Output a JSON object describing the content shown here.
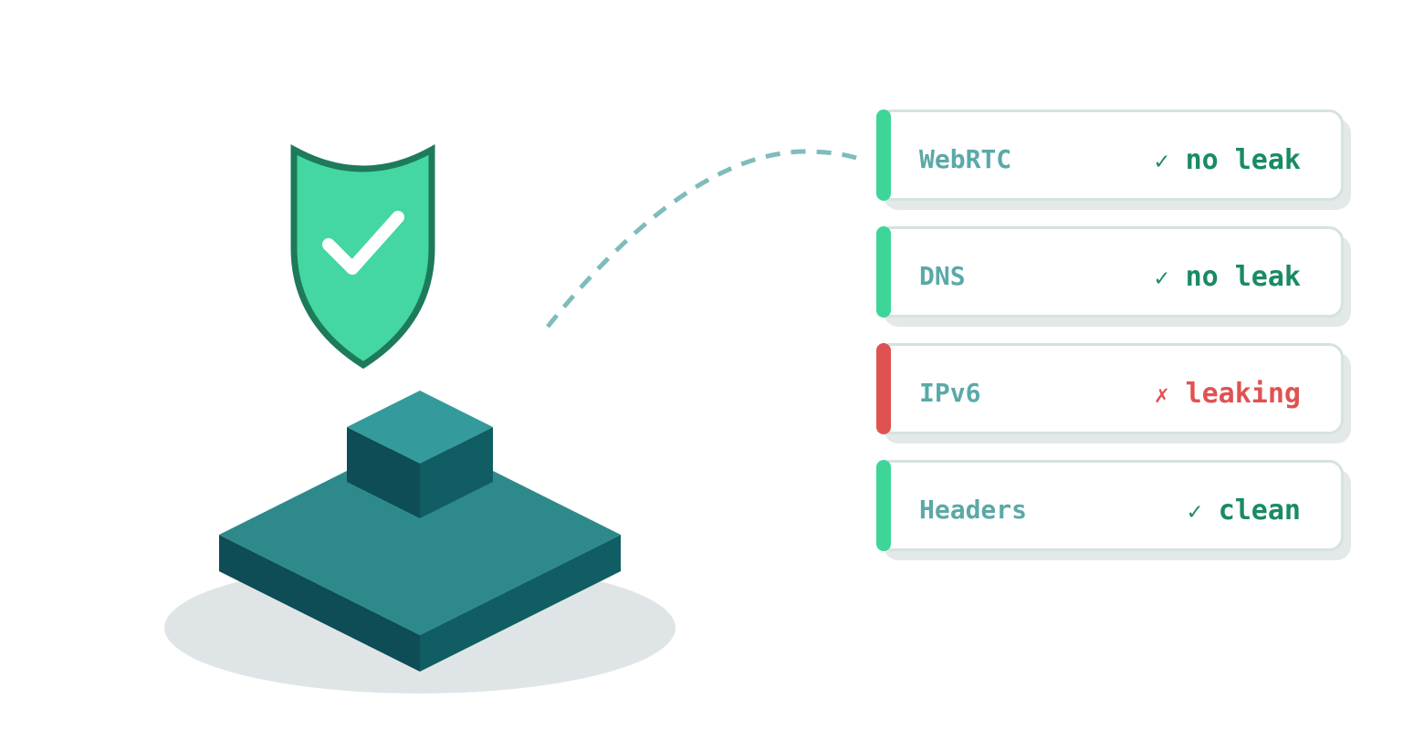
{
  "colors": {
    "ok": "#3dd598",
    "ok_text": "#198a66",
    "bad": "#e05252",
    "bad_text": "#e05252",
    "label": "#5aa9a8",
    "shield_fill": "#44d7a1",
    "shield_stroke": "#1d7a5a",
    "platform_top": "#2e898a",
    "platform_left": "#0e4d55",
    "platform_right": "#105e63",
    "connector": "#7fbcbc",
    "ground_shadow": "#dfe5e7"
  },
  "icons": {
    "shield": "shield-check-icon",
    "ok": "check-mark",
    "bad": "cross-mark"
  },
  "checks": [
    {
      "label": "WebRTC",
      "mark": "✓",
      "status": "no leak",
      "state": "ok"
    },
    {
      "label": "DNS",
      "mark": "✓",
      "status": "no leak",
      "state": "ok"
    },
    {
      "label": "IPv6",
      "mark": "✗",
      "status": "leaking",
      "state": "bad"
    },
    {
      "label": "Headers",
      "mark": "✓",
      "status": "clean",
      "state": "ok"
    }
  ]
}
